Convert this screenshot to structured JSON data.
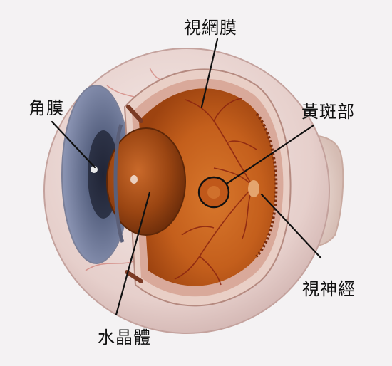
{
  "labels": {
    "cornea": "角膜",
    "retina": "視網膜",
    "macula": "黃斑部",
    "optic_nerve": "視神經",
    "lens": "水晶體"
  },
  "colors": {
    "background": "#f4f2f3",
    "iris": "#6a7398",
    "retina": "#c8621e",
    "vessels": "#8a2410",
    "sclera": "#ecdcd8",
    "lens": "#9c4512",
    "leader_lines": "#111111"
  }
}
